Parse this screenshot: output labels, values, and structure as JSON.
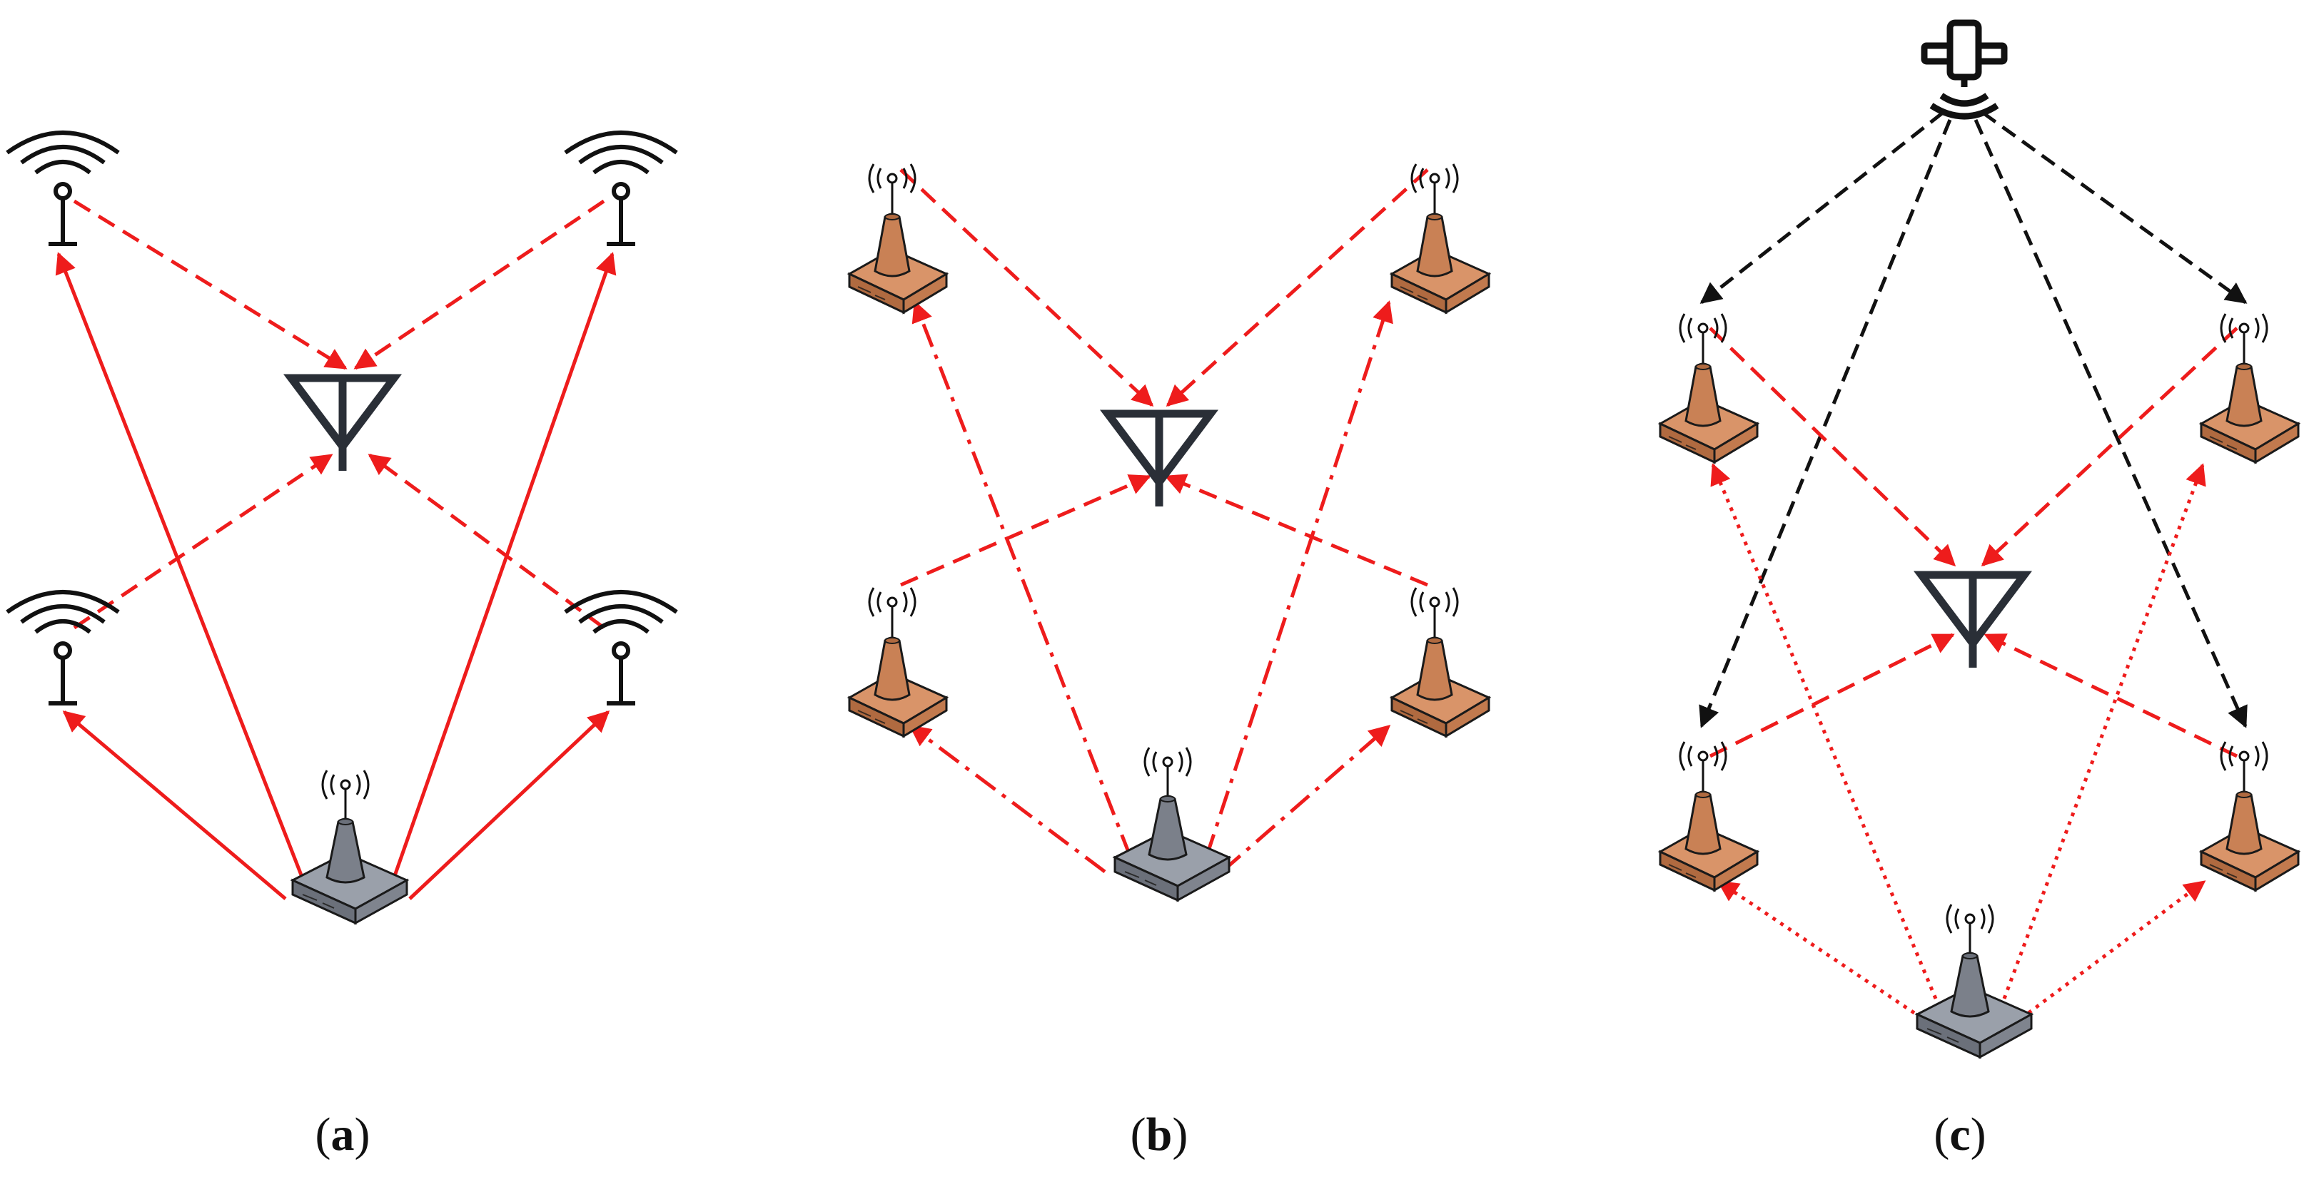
{
  "colors": {
    "link_red": "#ee1c1c",
    "link_black": "#111111",
    "antenna_dark": "#2a2f37",
    "relay_fill": "#c98155",
    "relay_stroke": "#1a1a1a",
    "base_fill": "#7b808a",
    "base_top": "#9aa0aa"
  },
  "panels": [
    {
      "id": "a",
      "caption_open": "(",
      "caption_letter": "a",
      "caption_close": ")",
      "node_type": "wireless-terminal-icon",
      "source_link_style": "solid",
      "target_link_style": "dashed",
      "satellite": false
    },
    {
      "id": "b",
      "caption_open": "(",
      "caption_letter": "b",
      "caption_close": ")",
      "node_type": "relay-tower-icon",
      "source_link_style": "dash-dot",
      "target_link_style": "dashed",
      "satellite": false
    },
    {
      "id": "c",
      "caption_open": "(",
      "caption_letter": "c",
      "caption_close": ")",
      "node_type": "relay-tower-icon",
      "source_link_style": "dotted",
      "target_link_style": "dashed",
      "satellite": true
    }
  ],
  "icons": {
    "source": "base-station-icon",
    "destination": "destination-antenna-icon",
    "satellite": "satellite-icon"
  }
}
